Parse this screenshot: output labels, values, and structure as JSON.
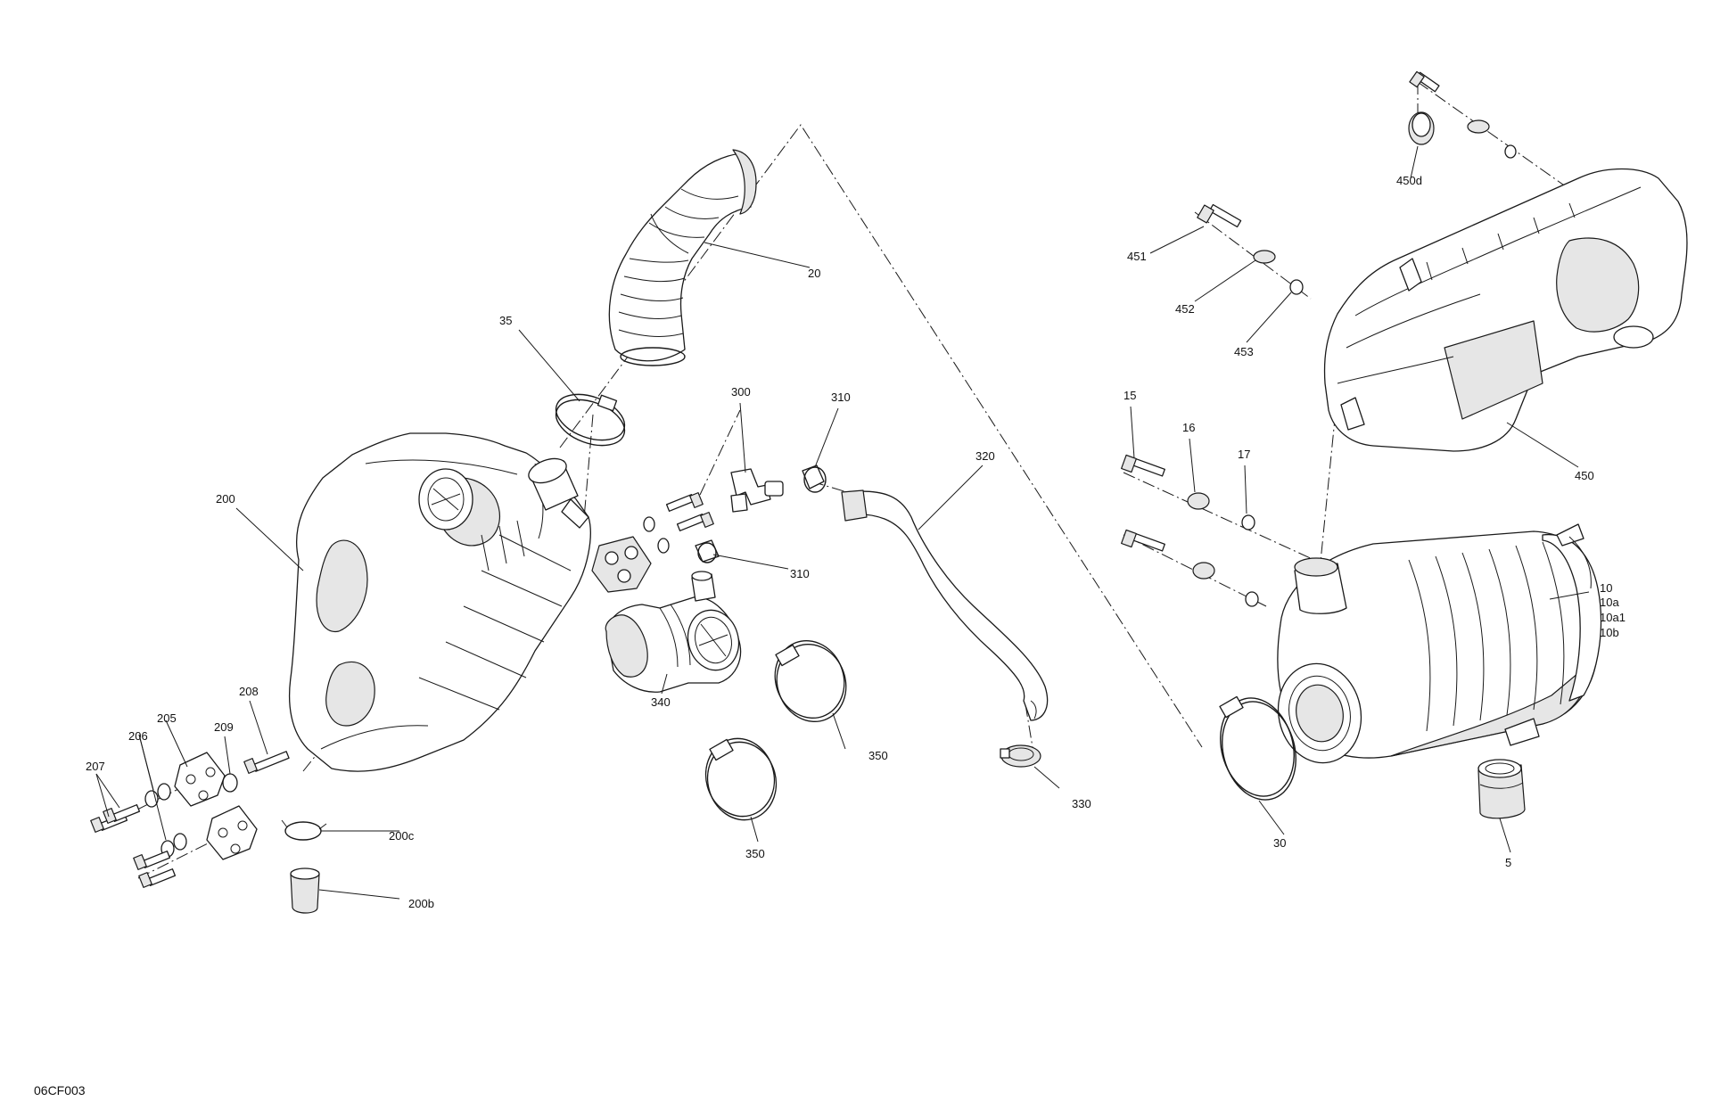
{
  "figure_code": "06CF003",
  "callouts": {
    "c5": "5",
    "c10": "10",
    "c10a": "10a",
    "c10a1": "10a1",
    "c10b": "10b",
    "c15": "15",
    "c16": "16",
    "c17": "17",
    "c20": "20",
    "c30": "30",
    "c35": "35",
    "c200": "200",
    "c200b": "200b",
    "c200c": "200c",
    "c205": "205",
    "c206": "206",
    "c207": "207",
    "c208": "208",
    "c209": "209",
    "c300": "300",
    "c310a": "310",
    "c310b": "310",
    "c320": "320",
    "c330": "330",
    "c340": "340",
    "c350a": "350",
    "c350b": "350",
    "c450": "450",
    "c450d": "450d",
    "c451": "451",
    "c452": "452",
    "c453": "453"
  }
}
